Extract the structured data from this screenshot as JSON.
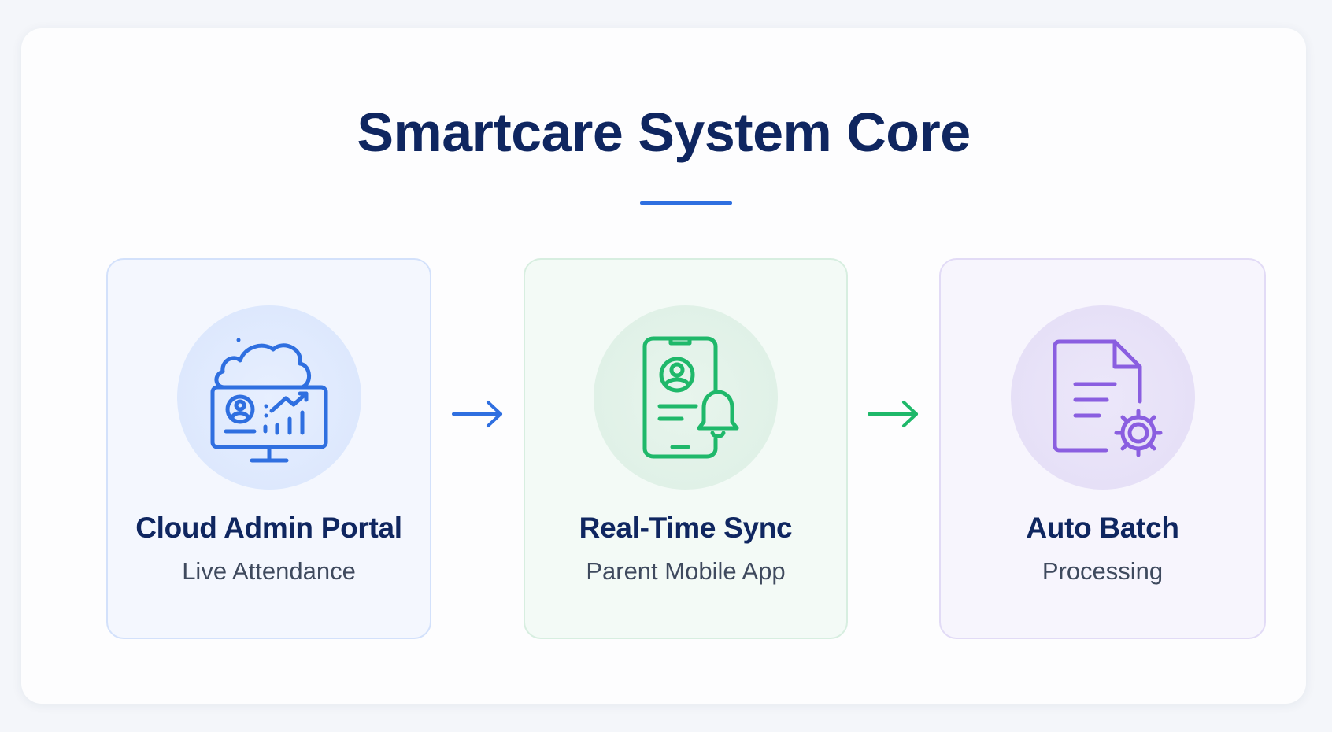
{
  "title": "Smartcare System Core",
  "colors": {
    "title": "#0f2660",
    "accent_blue": "#2f6fe0",
    "accent_green": "#1fb86a",
    "accent_purple": "#8a5ee0"
  },
  "cards": [
    {
      "title": "Cloud Admin Portal",
      "subtitle": "Live Attendance",
      "icon": "cloud-dashboard-icon"
    },
    {
      "title": "Real-Time Sync",
      "subtitle": "Parent Mobile App",
      "icon": "mobile-notification-icon"
    },
    {
      "title": "Auto Batch",
      "subtitle": "Processing",
      "icon": "document-gear-icon"
    }
  ],
  "arrows": [
    "arrow-right-icon",
    "arrow-right-icon"
  ]
}
